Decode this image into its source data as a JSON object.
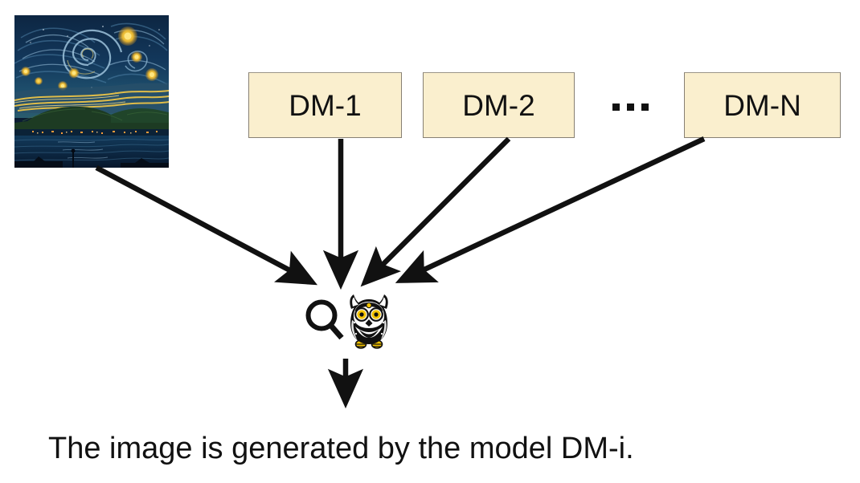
{
  "figure": {
    "type": "attribution-diagram",
    "background_color": "#ffffff",
    "ink_color": "#111111"
  },
  "source_image": {
    "name": "generated-image-thumbnail",
    "alt": "AI-generated Van Gogh Starry Night style painting of a coastal town under a swirling starry sky",
    "style": "post-impressionist starry night over a bay with headland and village lights"
  },
  "models": {
    "box_fill_color": "#faefce",
    "box_border_color": "#878073",
    "items": [
      {
        "id": "dm-1",
        "label": "DM-1"
      },
      {
        "id": "dm-2",
        "label": "DM-2"
      },
      {
        "id": "dm-n",
        "label": "DM-N"
      }
    ],
    "ellipsis": {
      "label": "...",
      "dot_count": 3
    }
  },
  "detector": {
    "magnifier_icon": "magnifying-glass-icon",
    "owl_icon": "owl-icon",
    "owl_eye_color": "#f5c400",
    "owl_feet_color": "#f5c400"
  },
  "arrows": [
    {
      "id": "arrow-image-to-detector",
      "from": "generated-image-thumbnail",
      "to": "detector"
    },
    {
      "id": "arrow-dm1-to-detector",
      "from": "DM-1",
      "to": "detector"
    },
    {
      "id": "arrow-dm2-to-detector",
      "from": "DM-2",
      "to": "detector"
    },
    {
      "id": "arrow-dmn-to-detector",
      "from": "DM-N",
      "to": "detector"
    },
    {
      "id": "arrow-detector-to-caption",
      "from": "detector",
      "to": "caption"
    }
  ],
  "caption": {
    "text": "The image is generated by the model DM-i."
  }
}
